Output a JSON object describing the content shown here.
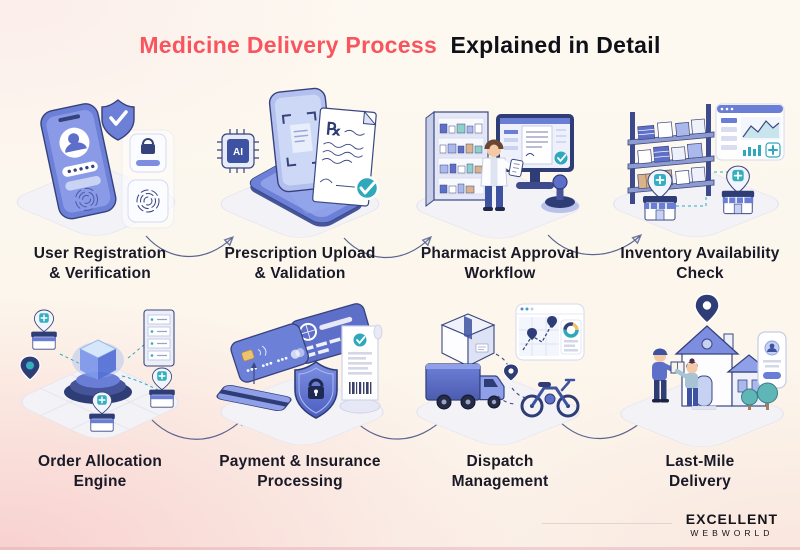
{
  "title": {
    "highlight": "Medicine Delivery Process",
    "rest": "Explained in Detail"
  },
  "steps": [
    {
      "id": "user-registration",
      "icon": "registration-phone-illustration",
      "line1": "User Registration",
      "line2": "& Verification"
    },
    {
      "id": "prescription-upload",
      "icon": "prescription-scan-illustration",
      "line1": "Prescription Upload",
      "line2": "& Validation"
    },
    {
      "id": "pharmacist-approval",
      "icon": "pharmacist-workstation-illustration",
      "line1": "Pharmacist Approval",
      "line2": "Workflow"
    },
    {
      "id": "inventory-check",
      "icon": "warehouse-inventory-illustration",
      "line1": "Inventory Availability",
      "line2": "Check"
    },
    {
      "id": "order-allocation",
      "icon": "allocation-engine-illustration",
      "line1": "Order Allocation",
      "line2": "Engine"
    },
    {
      "id": "payment-insurance",
      "icon": "payment-cards-shield-illustration",
      "line1": "Payment & Insurance",
      "line2": "Processing"
    },
    {
      "id": "dispatch-management",
      "icon": "dispatch-truck-map-illustration",
      "line1": "Dispatch",
      "line2": "Management"
    },
    {
      "id": "last-mile-delivery",
      "icon": "home-delivery-illustration",
      "line1": "Last-Mile",
      "line2": "Delivery"
    }
  ],
  "misc": {
    "ai_label": "AI",
    "rx_label": "℞"
  },
  "logo": {
    "line1": "EXCELLENT",
    "line2": "WEBWORLD"
  },
  "colors": {
    "title_highlight": "#f8555e",
    "title_rest": "#101018",
    "label_text": "#191927",
    "illustration_blue": "#5d6fc8",
    "illustration_navy": "#2f3d76",
    "accent_teal": "#2fa8bc",
    "background_pink": "#f8d9da",
    "background_cream": "#fcf6ec"
  }
}
